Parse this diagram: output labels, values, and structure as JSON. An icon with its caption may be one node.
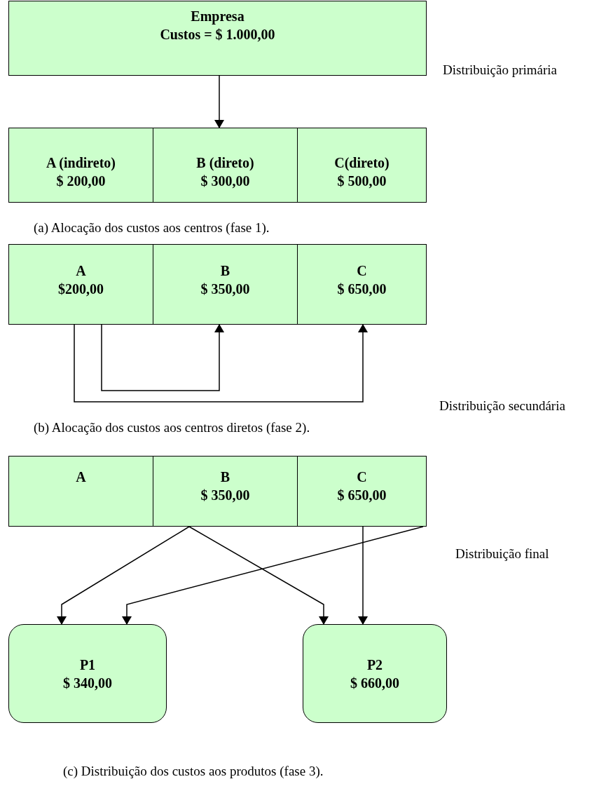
{
  "diagram": {
    "nodes": [
      {
        "text": [
          "Empresa",
          "Custos = $ 1.000,00"
        ]
      },
      {
        "text": [
          "A (indireto)",
          "$ 200,00"
        ]
      },
      {
        "text": [
          "B (direto)",
          "$ 300,00"
        ]
      },
      {
        "text": [
          "C(direto)",
          "$ 500,00"
        ]
      },
      {
        "text": [
          "A",
          "$200,00"
        ]
      },
      {
        "text": [
          "B",
          "$ 350,00"
        ]
      },
      {
        "text": [
          "C",
          "$ 650,00"
        ]
      },
      {
        "text": [
          "A"
        ]
      },
      {
        "text": [
          "B",
          "$ 350,00"
        ]
      },
      {
        "text": [
          "C",
          "$ 650,00"
        ]
      },
      {
        "text": [
          "P1",
          "$ 340,00"
        ]
      },
      {
        "text": [
          "P2",
          "$ 660,00"
        ]
      }
    ],
    "edges": [
      {
        "from": 0,
        "to": 2,
        "arrow": "to"
      },
      {
        "from": 4,
        "to": 5,
        "arrow": "to"
      },
      {
        "from": 4,
        "to": 6,
        "arrow": "to"
      },
      {
        "from": 8,
        "to": 10,
        "arrow": "to"
      },
      {
        "from": 8,
        "to": 11,
        "arrow": "to"
      },
      {
        "from": 9,
        "to": 10,
        "arrow": "to"
      },
      {
        "from": 9,
        "to": 11,
        "arrow": "to"
      }
    ],
    "labels": [
      "Distribuição primária",
      "(a) Alocação dos custos aos centros (fase 1).",
      "Distribuição secundária",
      "(b) Alocação dos custos aos centros diretos (fase 2).",
      "Distribuição final",
      "(c) Distribuição dos custos aos produtos (fase 3)."
    ]
  }
}
